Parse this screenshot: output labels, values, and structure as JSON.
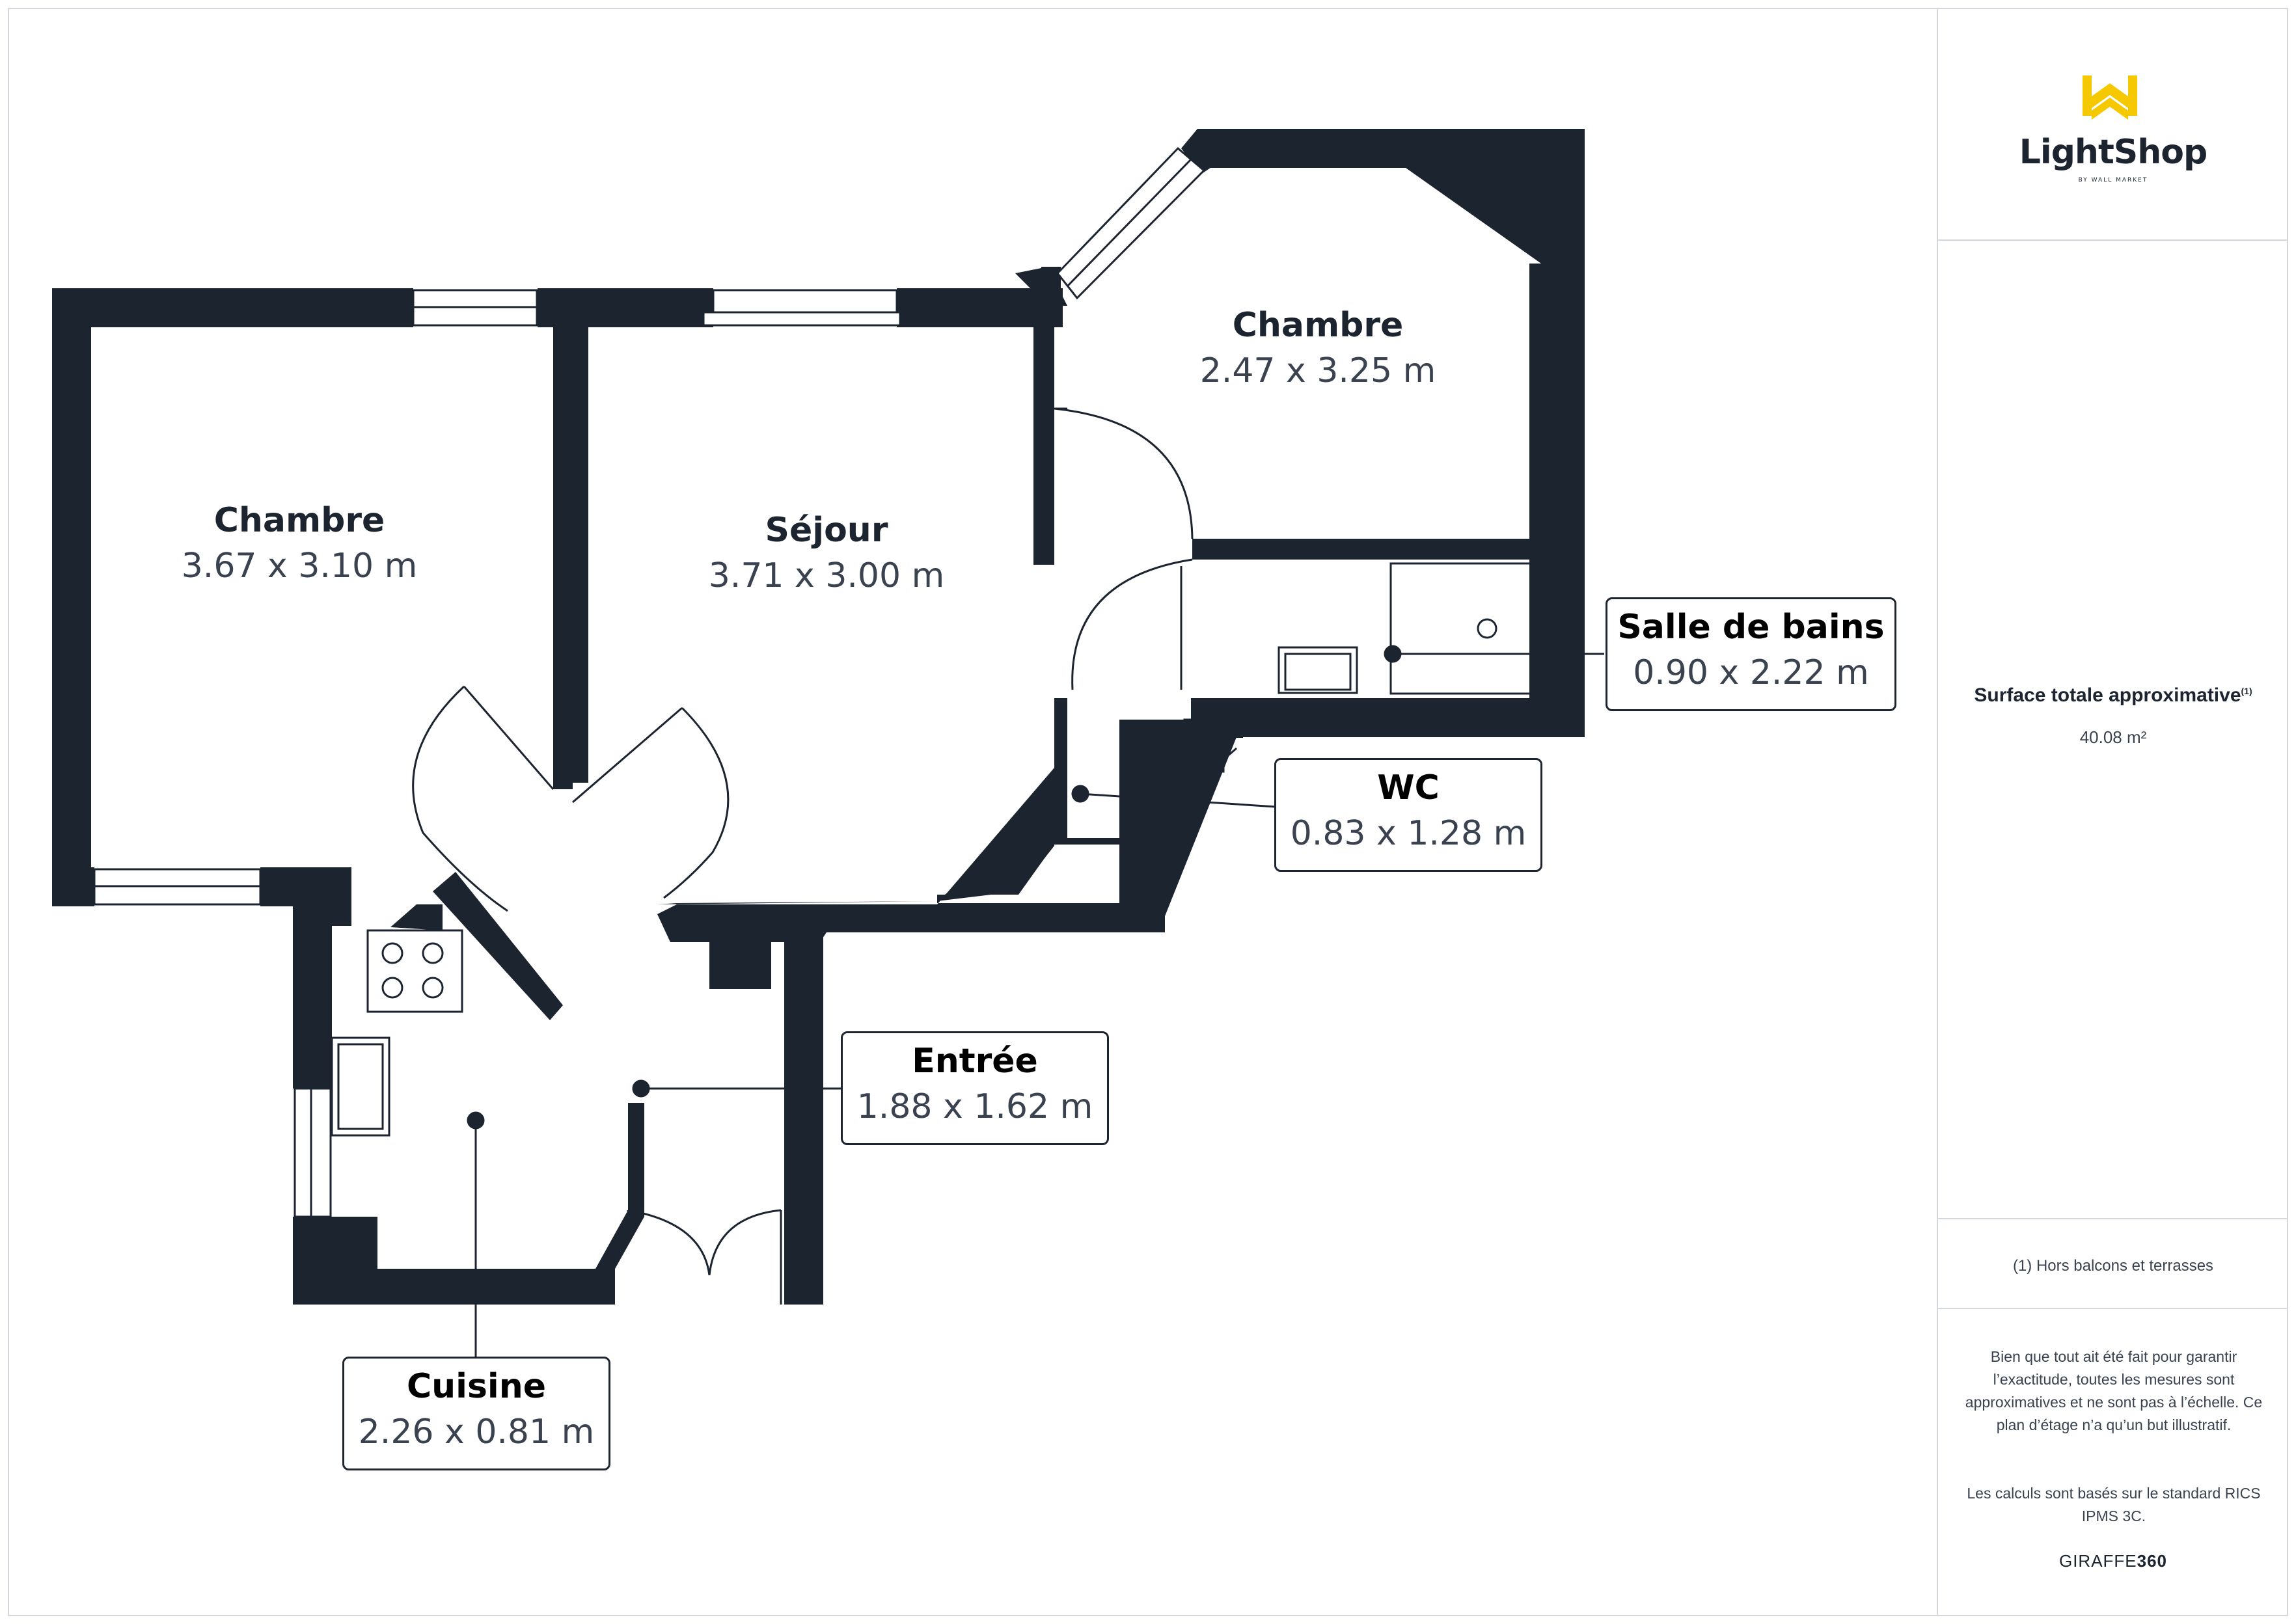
{
  "brand": {
    "logo_name": "LightShop",
    "logo_sub": "BY WALL MARKET",
    "accent_color": "#f5c800",
    "footer_brand_plain": "GIRAFFE",
    "footer_brand_bold": "360"
  },
  "summary": {
    "area_title": "Surface totale approximative",
    "area_footnote_mark": "(1)",
    "area_value": "40.08 m²",
    "footnote": "(1) Hors balcons et terrasses",
    "disclaimer": "Bien que tout ait été fait pour garantir l’exactitude, toutes les mesures sont approximatives et ne sont pas à l’échelle. Ce plan d’étage n’a qu’un but illustratif.",
    "standard_note": "Les calculs sont basés sur le standard RICS IPMS 3C."
  },
  "rooms": {
    "chambre_1": {
      "name": "Chambre",
      "dims": "3.67 x 3.10 m"
    },
    "sejour": {
      "name": "Séjour",
      "dims": "3.71 x 3.00 m"
    },
    "chambre_2": {
      "name": "Chambre",
      "dims": "2.47 x 3.25 m"
    },
    "salle_de_bains": {
      "name": "Salle de bains",
      "dims": "0.90 x 2.22 m"
    },
    "wc": {
      "name": "WC",
      "dims": "0.83 x 1.28 m"
    },
    "entree": {
      "name": "Entrée",
      "dims": "1.88 x 1.62 m"
    },
    "cuisine": {
      "name": "Cuisine",
      "dims": "2.26 x 0.81 m"
    }
  },
  "colors": {
    "wall": "#1c2430",
    "text": "#1c2430",
    "dim_text": "#3a4250",
    "border": "#d4d7dc"
  }
}
